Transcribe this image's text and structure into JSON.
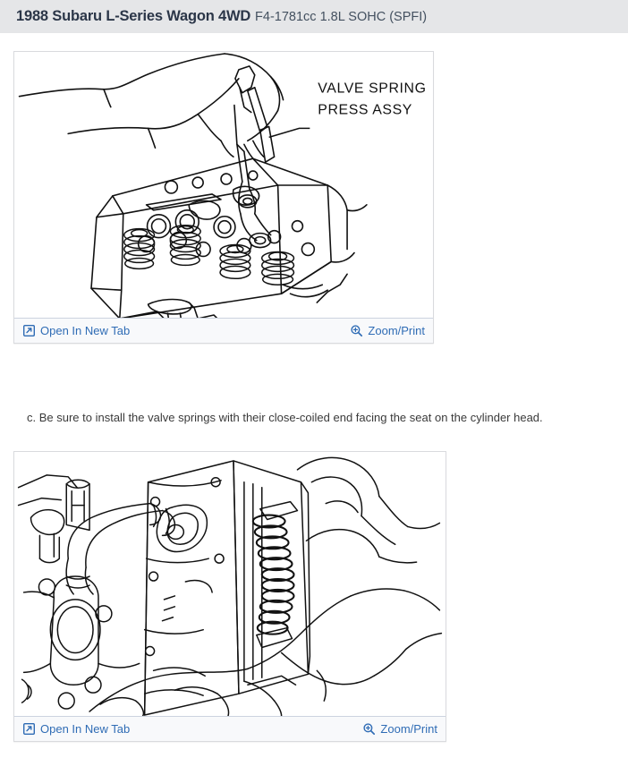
{
  "header": {
    "vehicle_title": "1988 Subaru L-Series Wagon 4WD",
    "engine_spec": "F4-1781cc 1.8L SOHC (SPFI)",
    "background_color": "#e5e6e8",
    "title_color": "#2b3648"
  },
  "figures": [
    {
      "id": "figure-1",
      "alt": "Line drawing of a valve spring press assembly being used on a cylinder head",
      "annotation_label_line_1": "VALVE SPRING",
      "annotation_label_line_2": "PRESS ASSY",
      "caption": {
        "open_in_new_tab_label": "Open In New Tab",
        "open_in_new_tab_icon": "external-link-icon",
        "zoom_print_label": "Zoom/Print",
        "zoom_print_icon": "magnifier-plus-icon",
        "link_color": "#2f6cb5"
      }
    },
    {
      "id": "figure-2",
      "alt": "Line drawing of hands installing valve springs onto a cylinder head on the engine block",
      "caption": {
        "open_in_new_tab_label": "Open In New Tab",
        "open_in_new_tab_icon": "external-link-icon",
        "zoom_print_label": "Zoom/Print",
        "zoom_print_icon": "magnifier-plus-icon",
        "link_color": "#2f6cb5"
      }
    }
  ],
  "content": {
    "step_text": "c. Be sure to install the valve springs with their close-coiled end facing the seat on the cylinder head."
  }
}
